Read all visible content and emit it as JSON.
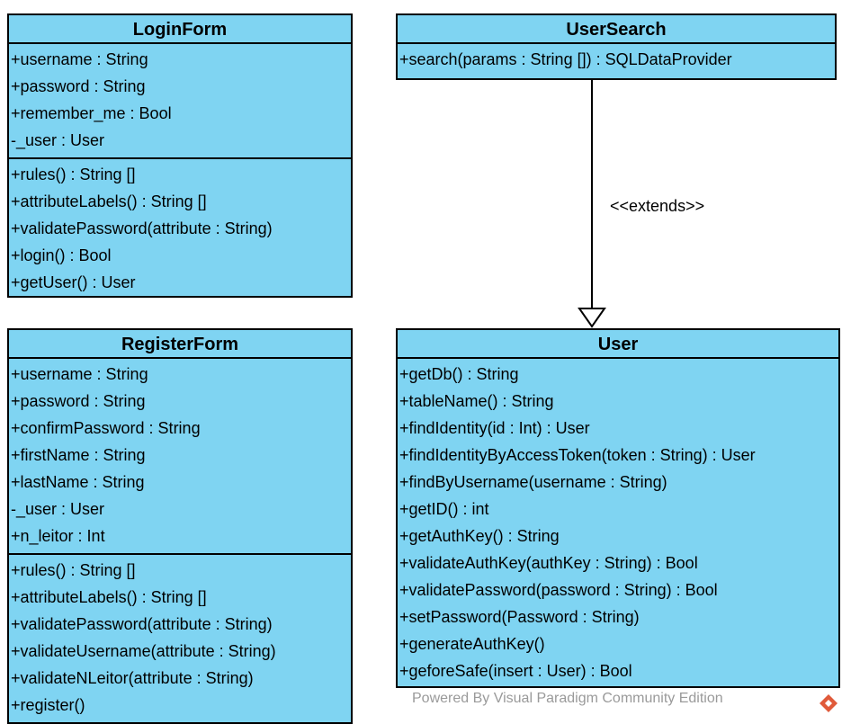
{
  "classes": {
    "login_form": {
      "title": "LoginForm",
      "attributes": [
        "+username : String",
        "+password : String",
        "+remember_me : Bool",
        "-_user : User"
      ],
      "operations": [
        "+rules() : String []",
        "+attributeLabels() : String []",
        "+validatePassword(attribute : String)",
        "+login() : Bool",
        "+getUser() : User"
      ]
    },
    "user_search": {
      "title": "UserSearch",
      "attributes": [],
      "operations": [
        "+search(params : String []) : SQLDataProvider"
      ]
    },
    "register_form": {
      "title": "RegisterForm",
      "attributes": [
        "+username : String",
        "+password : String",
        "+confirmPassword : String",
        "+firstName : String",
        "+lastName : String",
        "-_user : User",
        "+n_leitor : Int"
      ],
      "operations": [
        "+rules() : String []",
        "+attributeLabels() : String []",
        "+validatePassword(attribute : String)",
        "+validateUsername(attribute : String)",
        "+validateNLeitor(attribute : String)",
        "+register()"
      ]
    },
    "user": {
      "title": "User",
      "attributes": [],
      "operations": [
        "+getDb() : String",
        "+tableName() : String",
        "+findIdentity(id : Int) : User",
        "+findIdentityByAccessToken(token : String) : User",
        "+findByUsername(username : String)",
        "+getID() : int",
        "+getAuthKey() : String",
        "+validateAuthKey(authKey : String) : Bool",
        "+validatePassword(password : String) : Bool",
        "+setPassword(Password : String)",
        "+generateAuthKey()",
        "+geforeSafe(insert : User) : Bool"
      ]
    }
  },
  "relation": {
    "label": "<<extends>>"
  },
  "footer": "Powered By Visual Paradigm Community Edition",
  "colors": {
    "class_fill": "#7fd4f2",
    "border": "#000000",
    "footer": "#9a9a9a",
    "logo": "#e05a3a"
  }
}
